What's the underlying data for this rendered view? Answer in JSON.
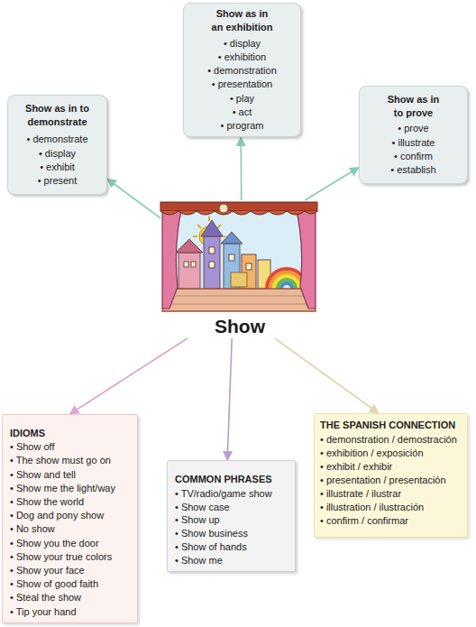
{
  "diagram": {
    "nodes": [
      {
        "text": [
          "Show as in an exhibition",
          "• display",
          "• exhibition",
          "• demonstration",
          "• presentation",
          "• play",
          "• act",
          "• program"
        ]
      },
      {
        "text": [
          "Show as in to demonstrate",
          "• demonstrate",
          "• display",
          "• exhibit",
          "• present"
        ]
      },
      {
        "text": [
          "Show as in to prove",
          "• prove",
          "• illustrate",
          "• confirm",
          "• establish"
        ]
      },
      {
        "text": [
          "Show"
        ]
      },
      {
        "text": [
          "IDIOMS",
          "• Show off",
          "• The show must go on",
          "• Show and tell",
          "• Show me the light/way",
          "• Show the world",
          "• Dog and pony show",
          "• No show",
          "• Show you the door",
          "• Show your true colors",
          "• Show your face",
          "• Show of good faith",
          "• Steal the show",
          "• Tip your hand"
        ]
      },
      {
        "text": [
          "COMMON PHRASES",
          "• TV/radio/game show",
          "• Show case",
          "• Show up",
          "• Show business",
          "• Show of hands",
          "• Show me"
        ]
      },
      {
        "text": [
          "THE SPANISH CONNECTION",
          "• demonstration / demostración",
          "• exhibition / exposición",
          "• exhibit / exhibir",
          "• presentation / presentación",
          "• illustrate / ilustrar",
          "• illustration / ilustración",
          "• confirm / confirmar"
        ]
      }
    ],
    "edges": [
      {
        "from": 3,
        "to": 0,
        "arrow": "to"
      },
      {
        "from": 3,
        "to": 1,
        "arrow": "to"
      },
      {
        "from": 3,
        "to": 2,
        "arrow": "to"
      },
      {
        "from": 3,
        "to": 4,
        "arrow": "to"
      },
      {
        "from": 3,
        "to": 5,
        "arrow": "to"
      },
      {
        "from": 3,
        "to": 6,
        "arrow": "to"
      }
    ]
  }
}
